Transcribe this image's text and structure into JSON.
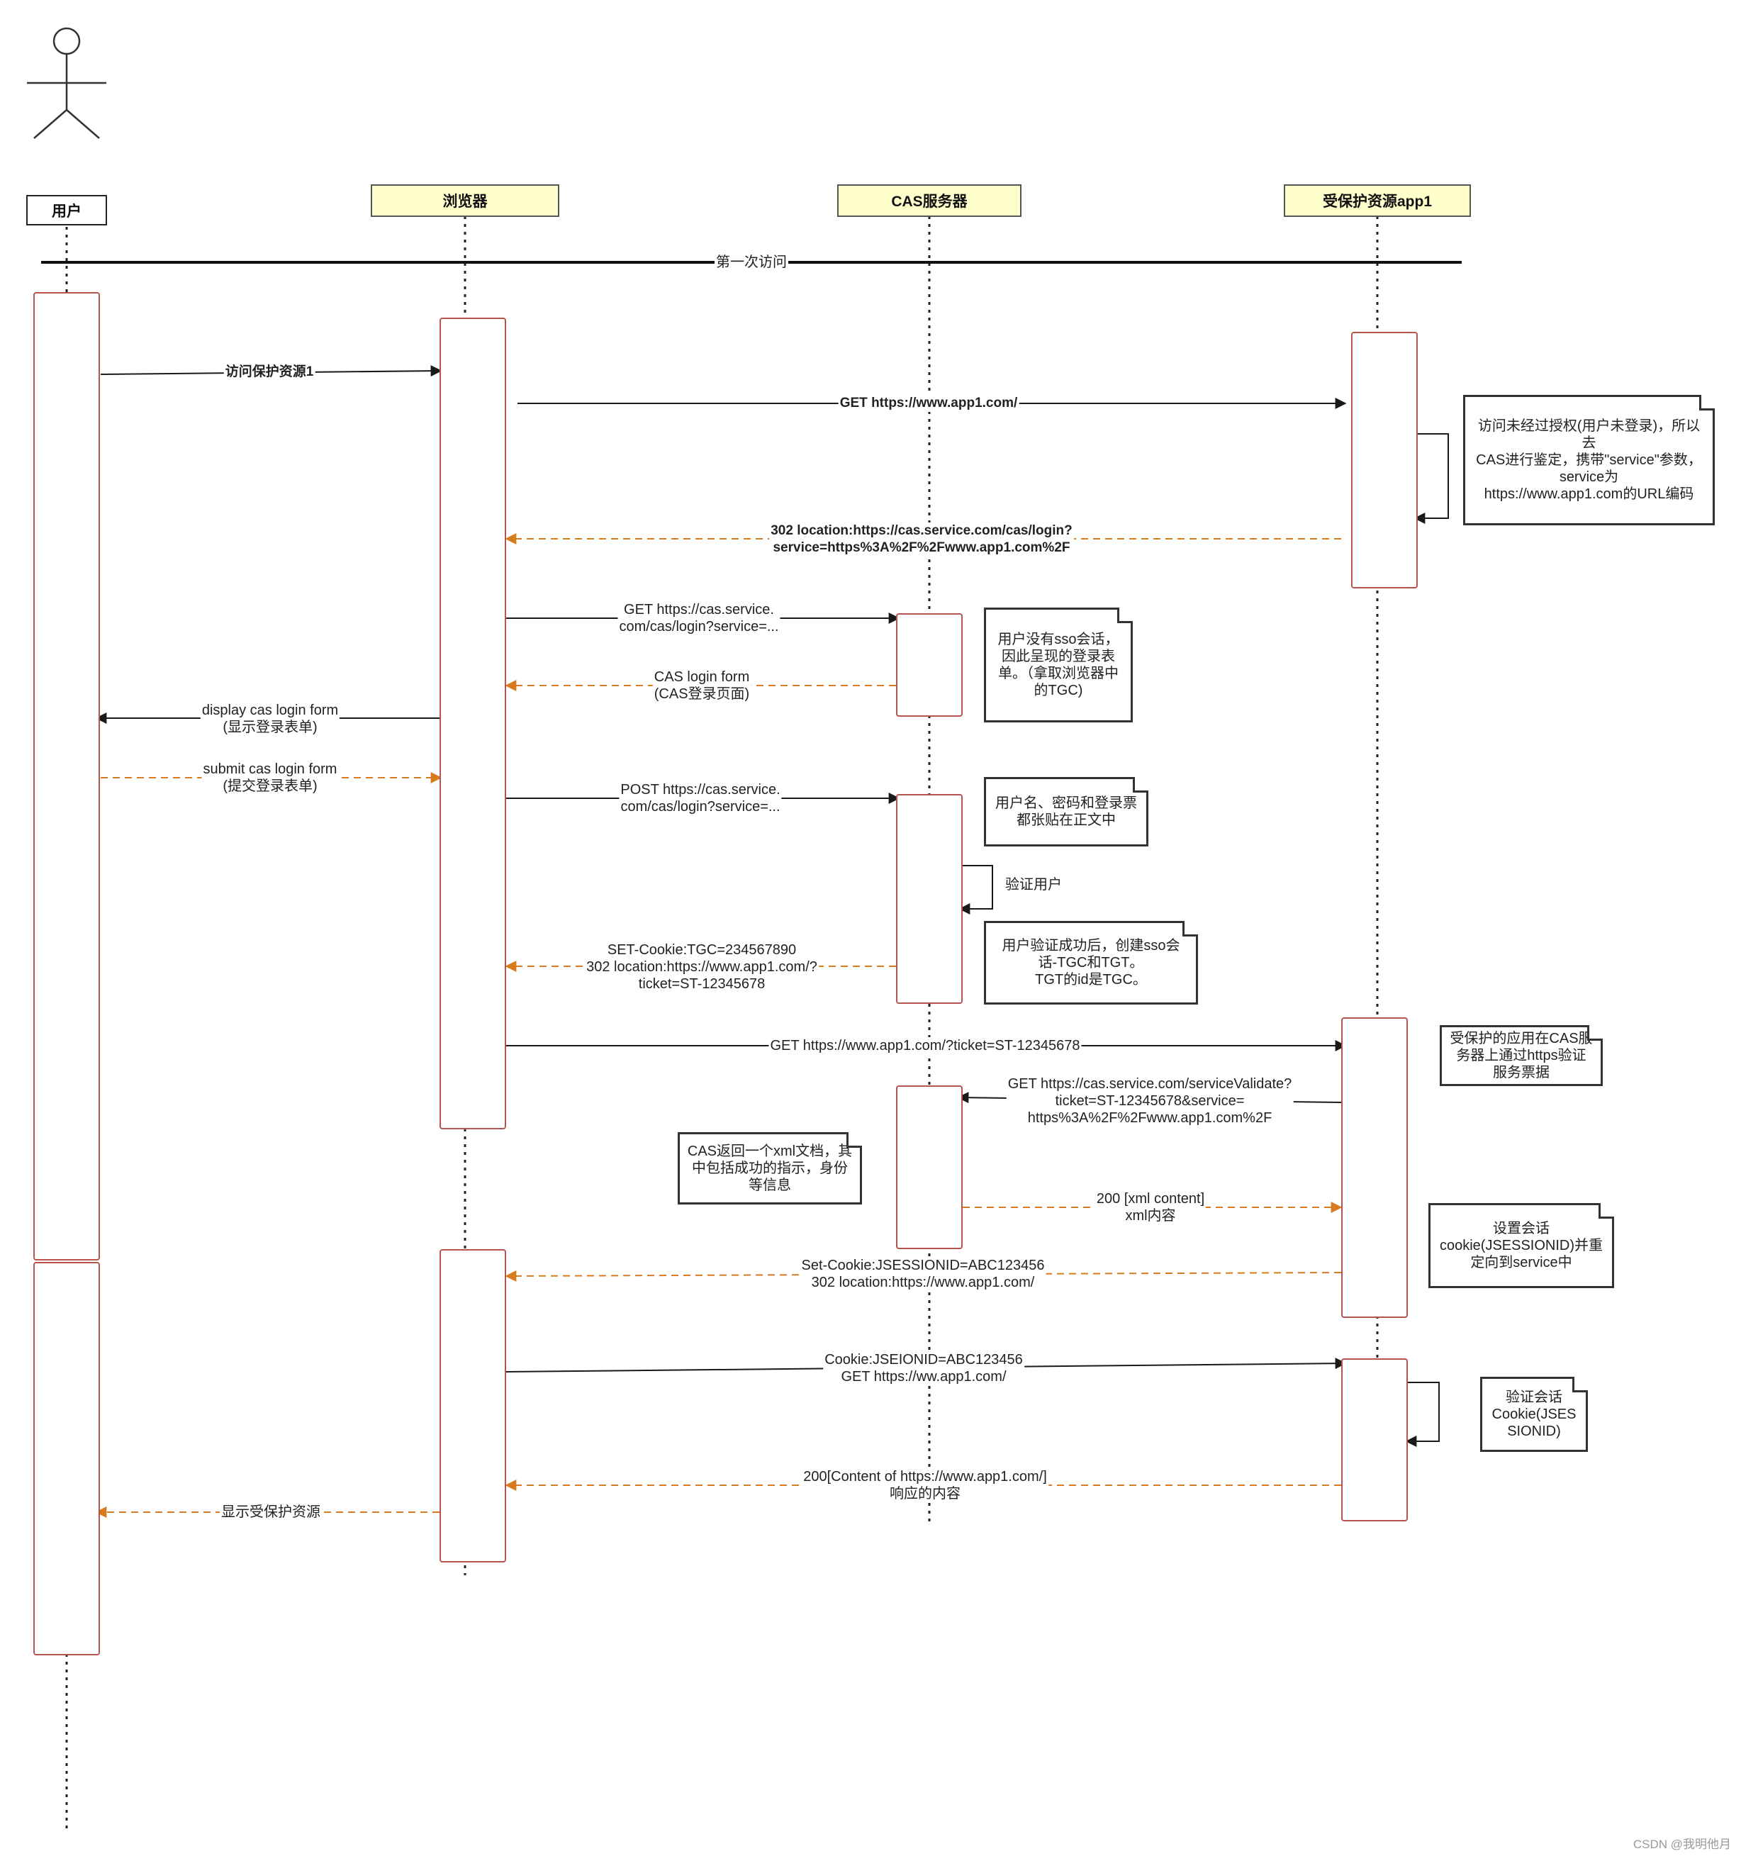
{
  "participants": [
    {
      "id": "user",
      "label": "用户"
    },
    {
      "id": "browser",
      "label": "浏览器"
    },
    {
      "id": "cas",
      "label": "CAS服务器"
    },
    {
      "id": "app1",
      "label": "受保护资源app1"
    }
  ],
  "divider": {
    "label": "第一次访问"
  },
  "messages": [
    {
      "id": "m1",
      "text": "访问保护资源1",
      "style": "solid"
    },
    {
      "id": "m2",
      "text": "GET https://www.app1.com/",
      "style": "solid"
    },
    {
      "id": "m3",
      "text": "302 location:https://cas.service.com/cas/login?\nservice=https%3A%2F%2Fwww.app1.com%2F",
      "style": "dashed"
    },
    {
      "id": "m4",
      "text": "GET https://cas.service.\ncom/cas/login?service=...",
      "style": "solid"
    },
    {
      "id": "m5",
      "text": "CAS login form\n(CAS登录页面)",
      "style": "dashed"
    },
    {
      "id": "m6",
      "text": "display cas login form\n(显示登录表单)",
      "style": "solid"
    },
    {
      "id": "m7",
      "text": "submit cas login form\n(提交登录表单)",
      "style": "dashed"
    },
    {
      "id": "m8",
      "text": "POST https://cas.service.\ncom/cas/login?service=...",
      "style": "solid"
    },
    {
      "id": "m9",
      "text": "验证用户",
      "style": "self"
    },
    {
      "id": "m10",
      "text": "SET-Cookie:TGC=234567890\n302 location:https://www.app1.com/?\nticket=ST-12345678",
      "style": "dashed"
    },
    {
      "id": "m11",
      "text": "GET https://www.app1.com/?ticket=ST-12345678",
      "style": "solid"
    },
    {
      "id": "m12",
      "text": "GET https://cas.service.com/serviceValidate?\nticket=ST-12345678&service=\nhttps%3A%2F%2Fwww.app1.com%2F",
      "style": "solid"
    },
    {
      "id": "m13",
      "text": "200 [xml content]\nxml内容",
      "style": "dashed"
    },
    {
      "id": "m14",
      "text": "Set-Cookie:JSESSIONID=ABC123456\n302 location:https://www.app1.com/",
      "style": "dashed"
    },
    {
      "id": "m15",
      "text": "Cookie:JSEIONID=ABC123456\nGET https://ww.app1.com/",
      "style": "solid"
    },
    {
      "id": "m16",
      "text": "200[Content of https://www.app1.com/]\n响应的内容",
      "style": "dashed"
    },
    {
      "id": "m17",
      "text": "显示受保护资源",
      "style": "dashed"
    }
  ],
  "notes": [
    {
      "id": "n1",
      "text": "访问未经过授权(用户未登录)，所以去\nCAS进行鉴定，携带\"service\"参数，\nservice为\nhttps://www.app1.com的URL编码"
    },
    {
      "id": "n2",
      "text": "用户没有sso会话，\n因此呈现的登录表\n单。（拿取浏览器中\n的TGC)"
    },
    {
      "id": "n3",
      "text": "用户名、密码和登录票\n都张贴在正文中"
    },
    {
      "id": "n4",
      "text": "用户验证成功后，创建sso会\n话-TGC和TGT。\nTGT的id是TGC。"
    },
    {
      "id": "n5",
      "text": "受保护的应用在CAS服\n务器上通过https验证\n服务票据"
    },
    {
      "id": "n6",
      "text": "CAS返回一个xml文档，其\n中包括成功的指示，身份\n等信息"
    },
    {
      "id": "n7",
      "text": "设置会话\ncookie(JSESSIONID)并重\n定向到service中"
    },
    {
      "id": "n8",
      "text": "验证会话\nCookie(JSES\nSIONID)"
    }
  ],
  "colors": {
    "solid_line": "#1a1a1a",
    "dashed_line": "#d77b1e",
    "activation_border": "#b85450",
    "participant_fill": "#ffffcc"
  },
  "watermark": "CSDN @我明他月"
}
